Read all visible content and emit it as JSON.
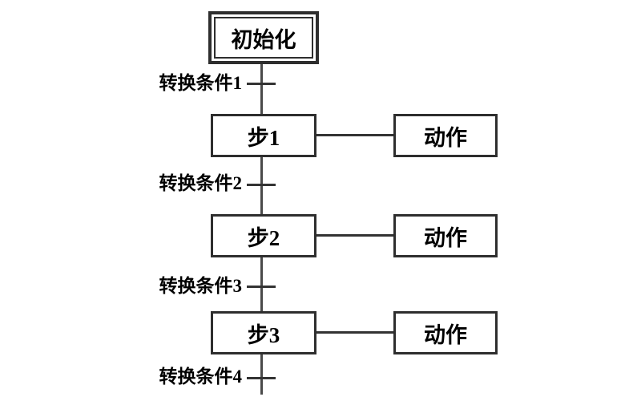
{
  "diagram": {
    "type": "sequential-function-chart",
    "init_step": {
      "label": "初始化"
    },
    "rows": [
      {
        "transition": "转换条件1",
        "step": "步1",
        "action": "动作"
      },
      {
        "transition": "转换条件2",
        "step": "步2",
        "action": "动作"
      },
      {
        "transition": "转换条件3",
        "step": "步3",
        "action": "动作"
      },
      {
        "transition": "转换条件4"
      }
    ],
    "colors": {
      "background": "#ffffff",
      "line": "#4a4a4a",
      "border": "#2e2e2e",
      "text": "#000000"
    }
  }
}
